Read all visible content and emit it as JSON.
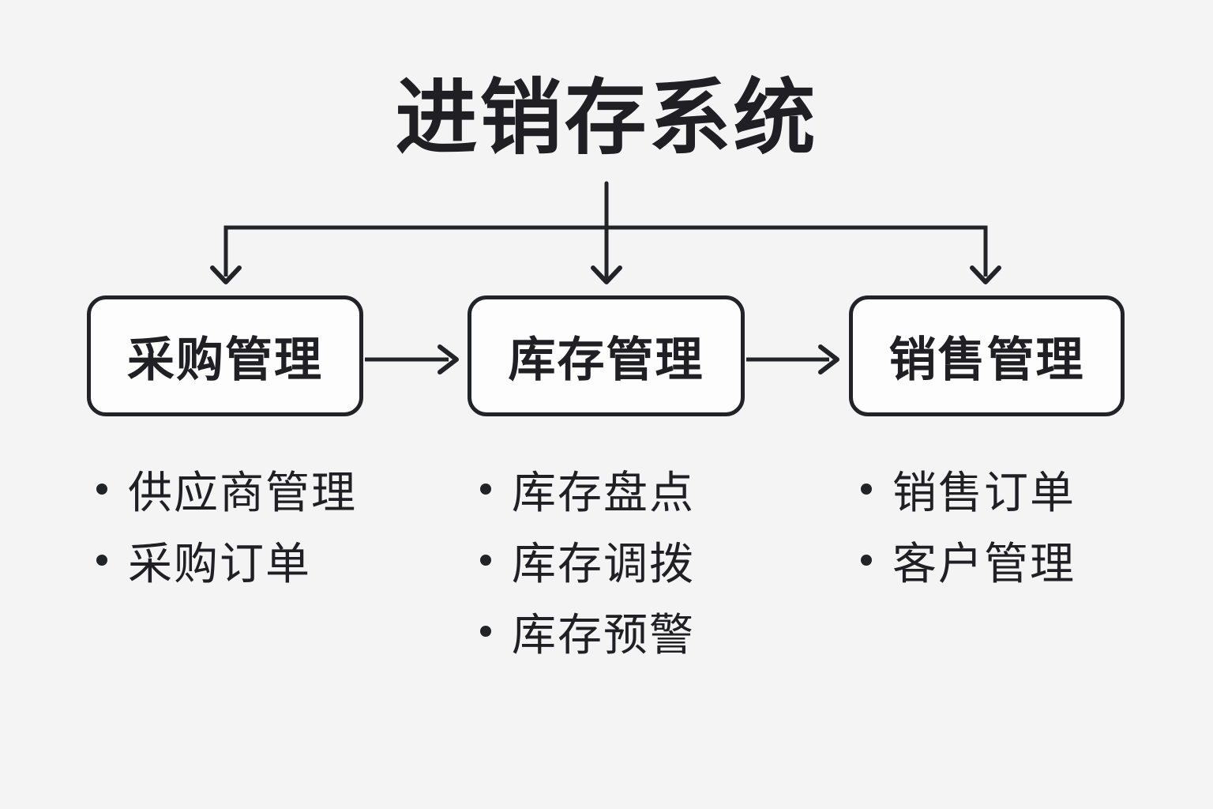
{
  "title": "进销存系统",
  "colors": {
    "background": "#f4f4f5",
    "ink": "#222327",
    "box_fill": "#fdfdfd"
  },
  "columns": [
    {
      "id": "purchase",
      "box_label": "采购管理",
      "items": [
        "供应商管理",
        "采购订单"
      ]
    },
    {
      "id": "inventory",
      "box_label": "库存管理",
      "items": [
        "库存盘点",
        "库存调拨",
        "库存预警"
      ]
    },
    {
      "id": "sales",
      "box_label": "销售管理",
      "items": [
        "销售订单",
        "客户管理"
      ]
    }
  ],
  "edges": [
    {
      "from": "进销存系统",
      "to": "采购管理"
    },
    {
      "from": "进销存系统",
      "to": "库存管理"
    },
    {
      "from": "进销存系统",
      "to": "销售管理"
    },
    {
      "from": "采购管理",
      "to": "库存管理"
    },
    {
      "from": "库存管理",
      "to": "销售管理"
    }
  ]
}
